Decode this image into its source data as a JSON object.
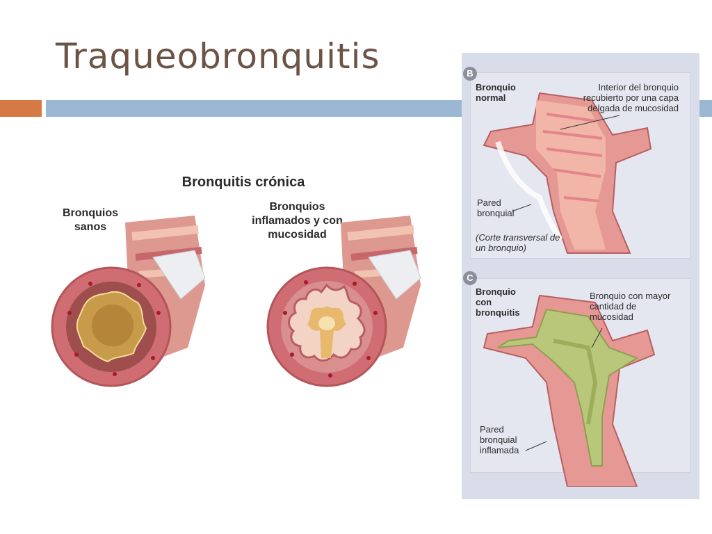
{
  "title": "Traqueobronquitis",
  "left_figure": {
    "heading": "Bronquitis crónica",
    "healthy_label": "Bronquios sanos",
    "inflamed_label": "Bronquios inflamados y con mucosidad"
  },
  "right_figure": {
    "panel_b": {
      "badge": "B",
      "name": "Bronquio normal",
      "interior_label": "Interior del bronquio recubierto por una capa delgada de mucosidad",
      "wall_label": "Pared bronquial",
      "caption": "(Corte transversal de un bronquio)"
    },
    "panel_c": {
      "badge": "C",
      "name": "Bronquio con bronquitis",
      "mucus_label": "Bronquio con mayor cantidad de mucosidad",
      "wall_label": "Pared bronquial inflamada"
    }
  },
  "colors": {
    "title": "#6b5446",
    "accent_orange": "#d57a45",
    "accent_blue": "#9ab8d4",
    "tissue": "#d87a7e",
    "mucus": "#b8c77a"
  }
}
